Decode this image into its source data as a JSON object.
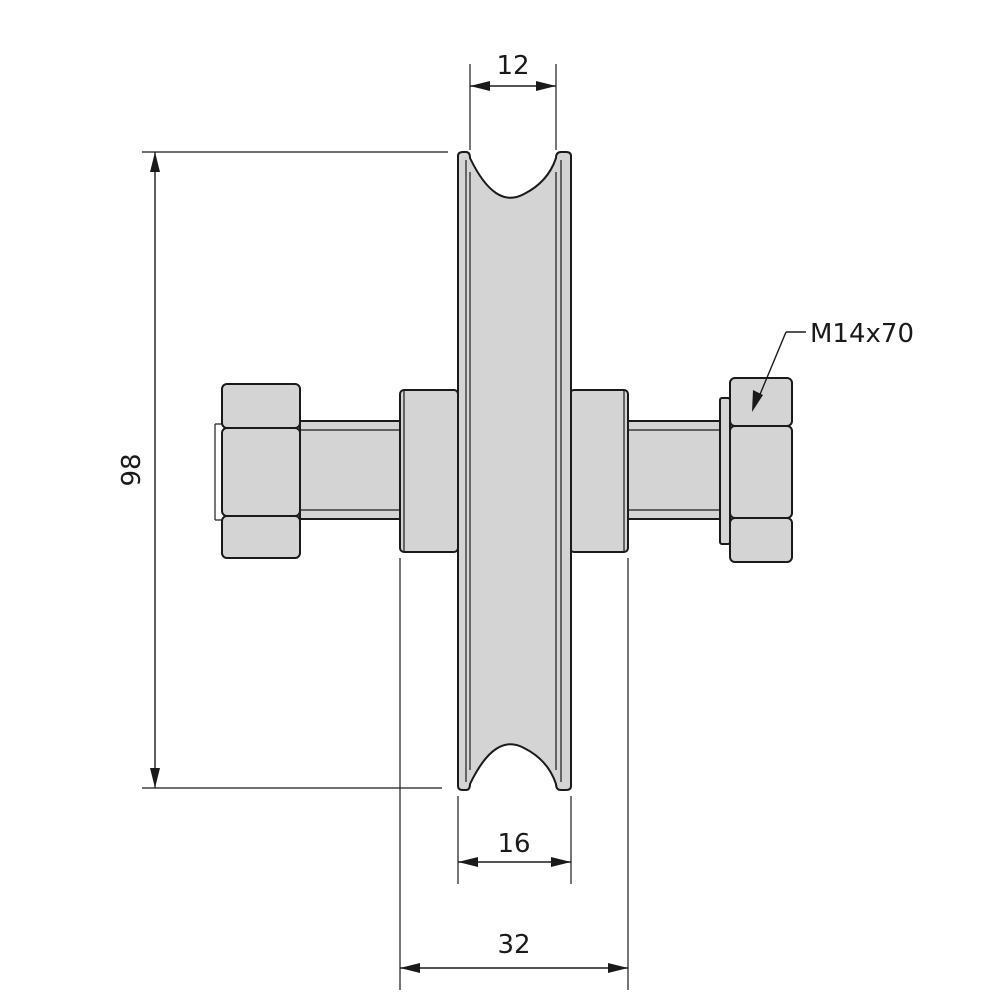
{
  "dimensions": {
    "groove_width": "12",
    "outer_diameter": "98",
    "wheel_width": "16",
    "hub_width": "32"
  },
  "callouts": {
    "bolt": "M14x70"
  }
}
